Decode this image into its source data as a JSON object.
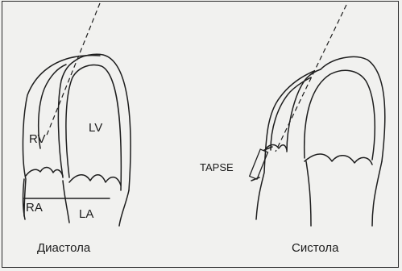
{
  "labels": {
    "rv": "RV",
    "lv": "LV",
    "ra": "RA",
    "la": "LA",
    "tapse": "TAPSE",
    "diastole": "Диастола",
    "systole": "Систола"
  },
  "colors": {
    "background": "#f1f1ef",
    "line": "#1e1e1e"
  }
}
